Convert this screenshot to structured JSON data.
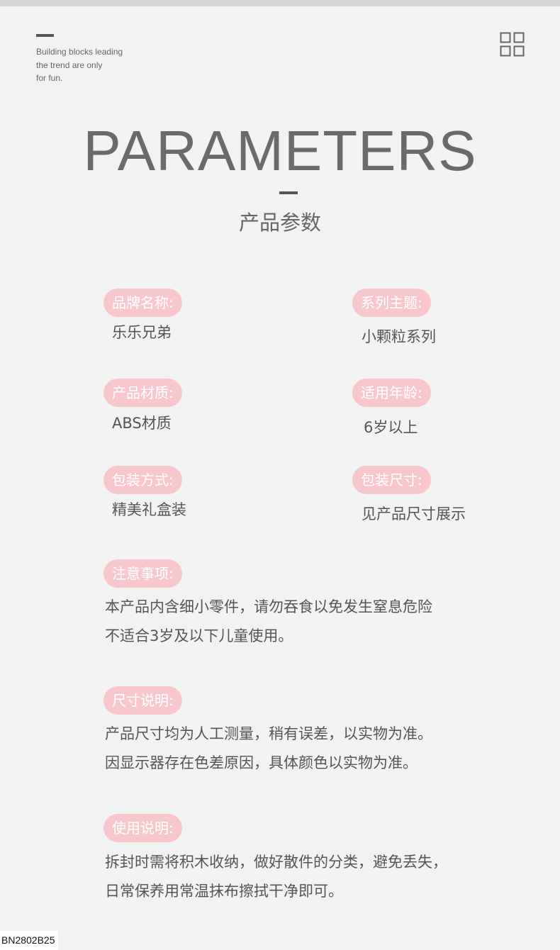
{
  "header": {
    "intro_lines": [
      "Building blocks leading",
      "the trend are only",
      "for fun."
    ]
  },
  "title": "PARAMETERS",
  "subtitle": "产品参数",
  "params": [
    {
      "label": "品牌名称:",
      "value": "乐乐兄弟"
    },
    {
      "label": "系列主题:",
      "value": "小颗粒系列"
    },
    {
      "label": "产品材质:",
      "value": "ABS材质"
    },
    {
      "label": "适用年龄:",
      "value": "6岁以上"
    },
    {
      "label": "包装方式:",
      "value": "精美礼盒装"
    },
    {
      "label": "包装尺寸:",
      "value": "见产品尺寸展示"
    }
  ],
  "notes": [
    {
      "label": "注意事项:",
      "lines": [
        "本产品内含细小零件，请勿吞食以免发生窒息危险",
        "不适合3岁及以下儿童使用。"
      ]
    },
    {
      "label": "尺寸说明:",
      "lines": [
        "产品尺寸均为人工测量，稍有误差，以实物为准。",
        "因显示器存在色差原因，具体颜色以实物为准。"
      ]
    },
    {
      "label": "使用说明:",
      "lines": [
        "拆封时需将积木收纳，做好散件的分类，避免丢失，",
        "日常保养用常温抹布擦拭干净即可。"
      ]
    }
  ],
  "footer_code": "BN2802B25",
  "colors": {
    "background": "#f2f2f2",
    "label_pill": "#f8c7cd",
    "text": "#555555"
  },
  "icons": {
    "top_right": "grid-icon"
  }
}
